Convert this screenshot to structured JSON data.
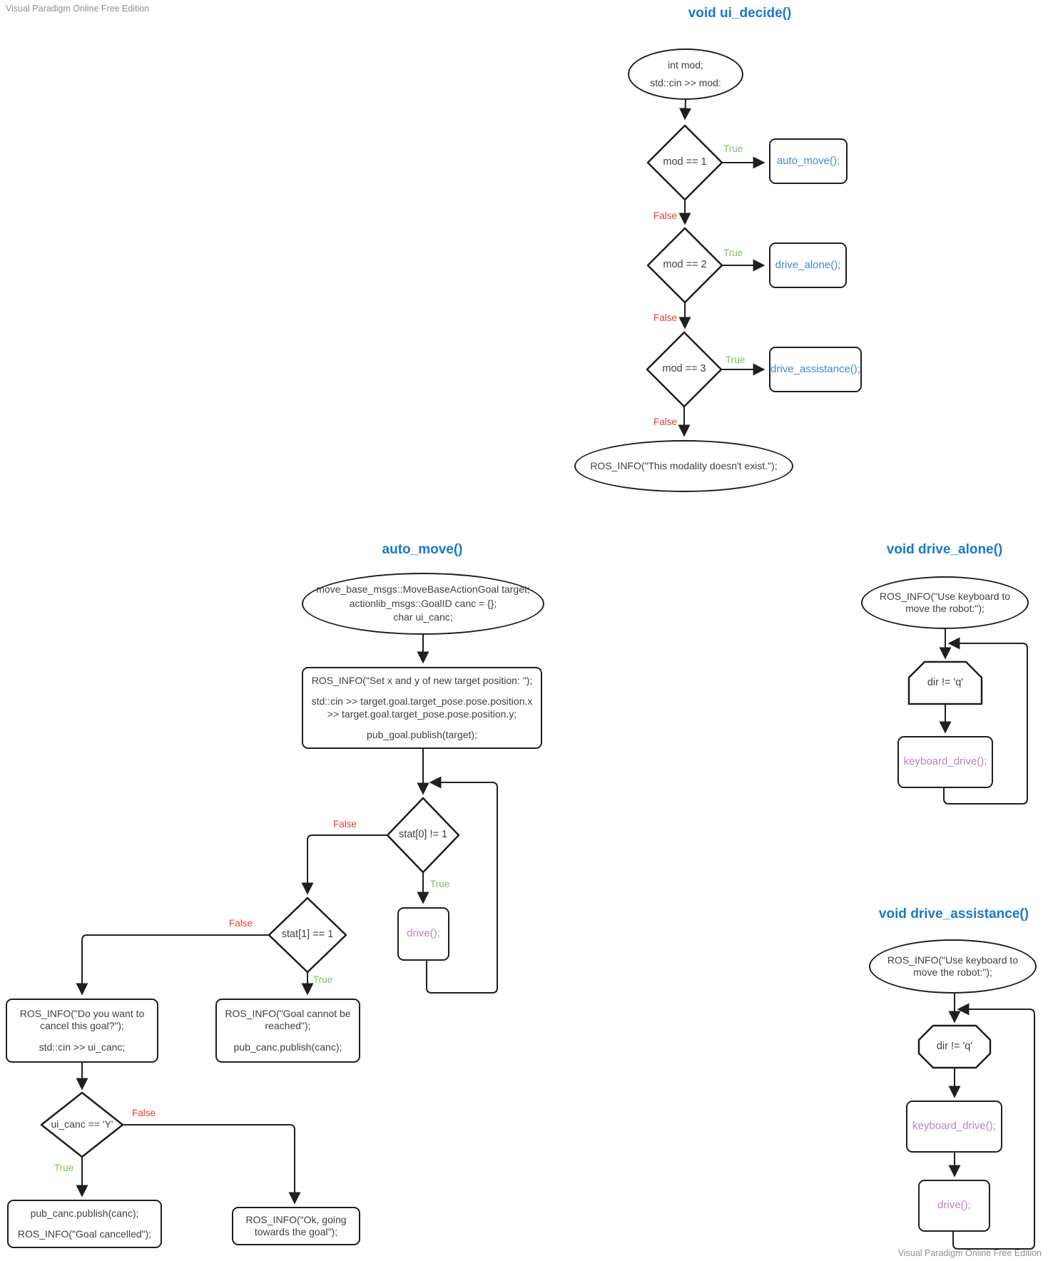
{
  "watermarks": {
    "top_left": "Visual Paradigm Online Free Edition",
    "bottom_right": "Visual Paradigm Online Free Edition"
  },
  "labels": {
    "true": "True",
    "false": "False"
  },
  "colors": {
    "title_blue": "#1779d0",
    "call_blue": "#4489cc",
    "call_purple": "#c57fc0",
    "true_green": "#77c353",
    "false_red": "#e53e34",
    "line": "#1f1f1f"
  },
  "flows": {
    "ui_decide": {
      "title": "void ui_decide()",
      "start_lines": [
        "int mod;",
        "std::cin >> mod:"
      ],
      "decision1": "mod == 1",
      "action1": "auto_move();",
      "decision2": "mod == 2",
      "action2": "drive_alone();",
      "decision3": "mod == 3",
      "action3": "drive_assistance();",
      "end": "ROS_INFO(\"This modality doesn't exist.\");"
    },
    "auto_move": {
      "title": "auto_move()",
      "start_lines": [
        "move_base_msgs::MoveBaseActionGoal target;",
        "actionlib_msgs::GoalID canc = {};",
        "char ui_canc;"
      ],
      "setup_lines": [
        "ROS_INFO(\"Set x and y of new target position: \");",
        "std::cin >> target.goal.target_pose.pose.position.x >> target.goal.target_pose.pose.position.y;",
        "pub_goal.publish(target);"
      ],
      "decision_stat0": "stat[0] != 1",
      "drive_action": "drive();",
      "decision_stat1": "stat[1] == 1",
      "cancel_prompt_lines": [
        "ROS_INFO(\"Do you want to cancel this goal?\");",
        "std::cin >> ui_canc;"
      ],
      "goal_unreachable_lines": [
        "ROS_INFO(\"Goal cannot be reached\");",
        "pub_canc.publish(canc);"
      ],
      "decision_ui_canc": "ui_canc == 'Y'",
      "goal_cancelled_lines": [
        "pub_canc.publish(canc);",
        "ROS_INFO(\"Goal cancelled\");"
      ],
      "goal_continue_lines": [
        "ROS_INFO(\"Ok, going towards the goal\");"
      ]
    },
    "drive_alone": {
      "title": "void drive_alone()",
      "start_lines": [
        "ROS_INFO(\"Use keyboard to move the robot:\");"
      ],
      "loop_condition": "dir != 'q'",
      "keyboard_action": "keyboard_drive();"
    },
    "drive_assistance": {
      "title": "void drive_assistance()",
      "start_lines": [
        "ROS_INFO(\"Use keyboard to move the robot:\");"
      ],
      "loop_condition": "dir != 'q'",
      "keyboard_action": "keyboard_drive();",
      "drive_action": "drive();"
    }
  }
}
